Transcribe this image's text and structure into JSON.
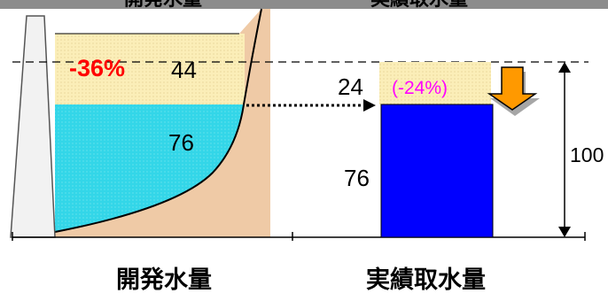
{
  "labels": {
    "left_caption": "開発水量",
    "right_caption": "実績取水量",
    "top_left_caption_cut": "開発水量",
    "top_right_caption_cut": "実績取水量",
    "total_value": "100"
  },
  "left_bar": {
    "percent_change": "-36%",
    "reduced_value": "44",
    "used_value": "76"
  },
  "right_bar": {
    "reduced_value": "24",
    "percent_change": "(-24%)",
    "used_value": "76"
  },
  "colors": {
    "water": "#33d6e8",
    "reduction": "#fbeeb8",
    "bar": "#0000ff",
    "terrain": "#efcaa6",
    "accent_red": "#ff0000",
    "accent_magenta": "#ff00ff",
    "arrow_orange": "#ff9900",
    "dam": "#f2f2f2"
  }
}
